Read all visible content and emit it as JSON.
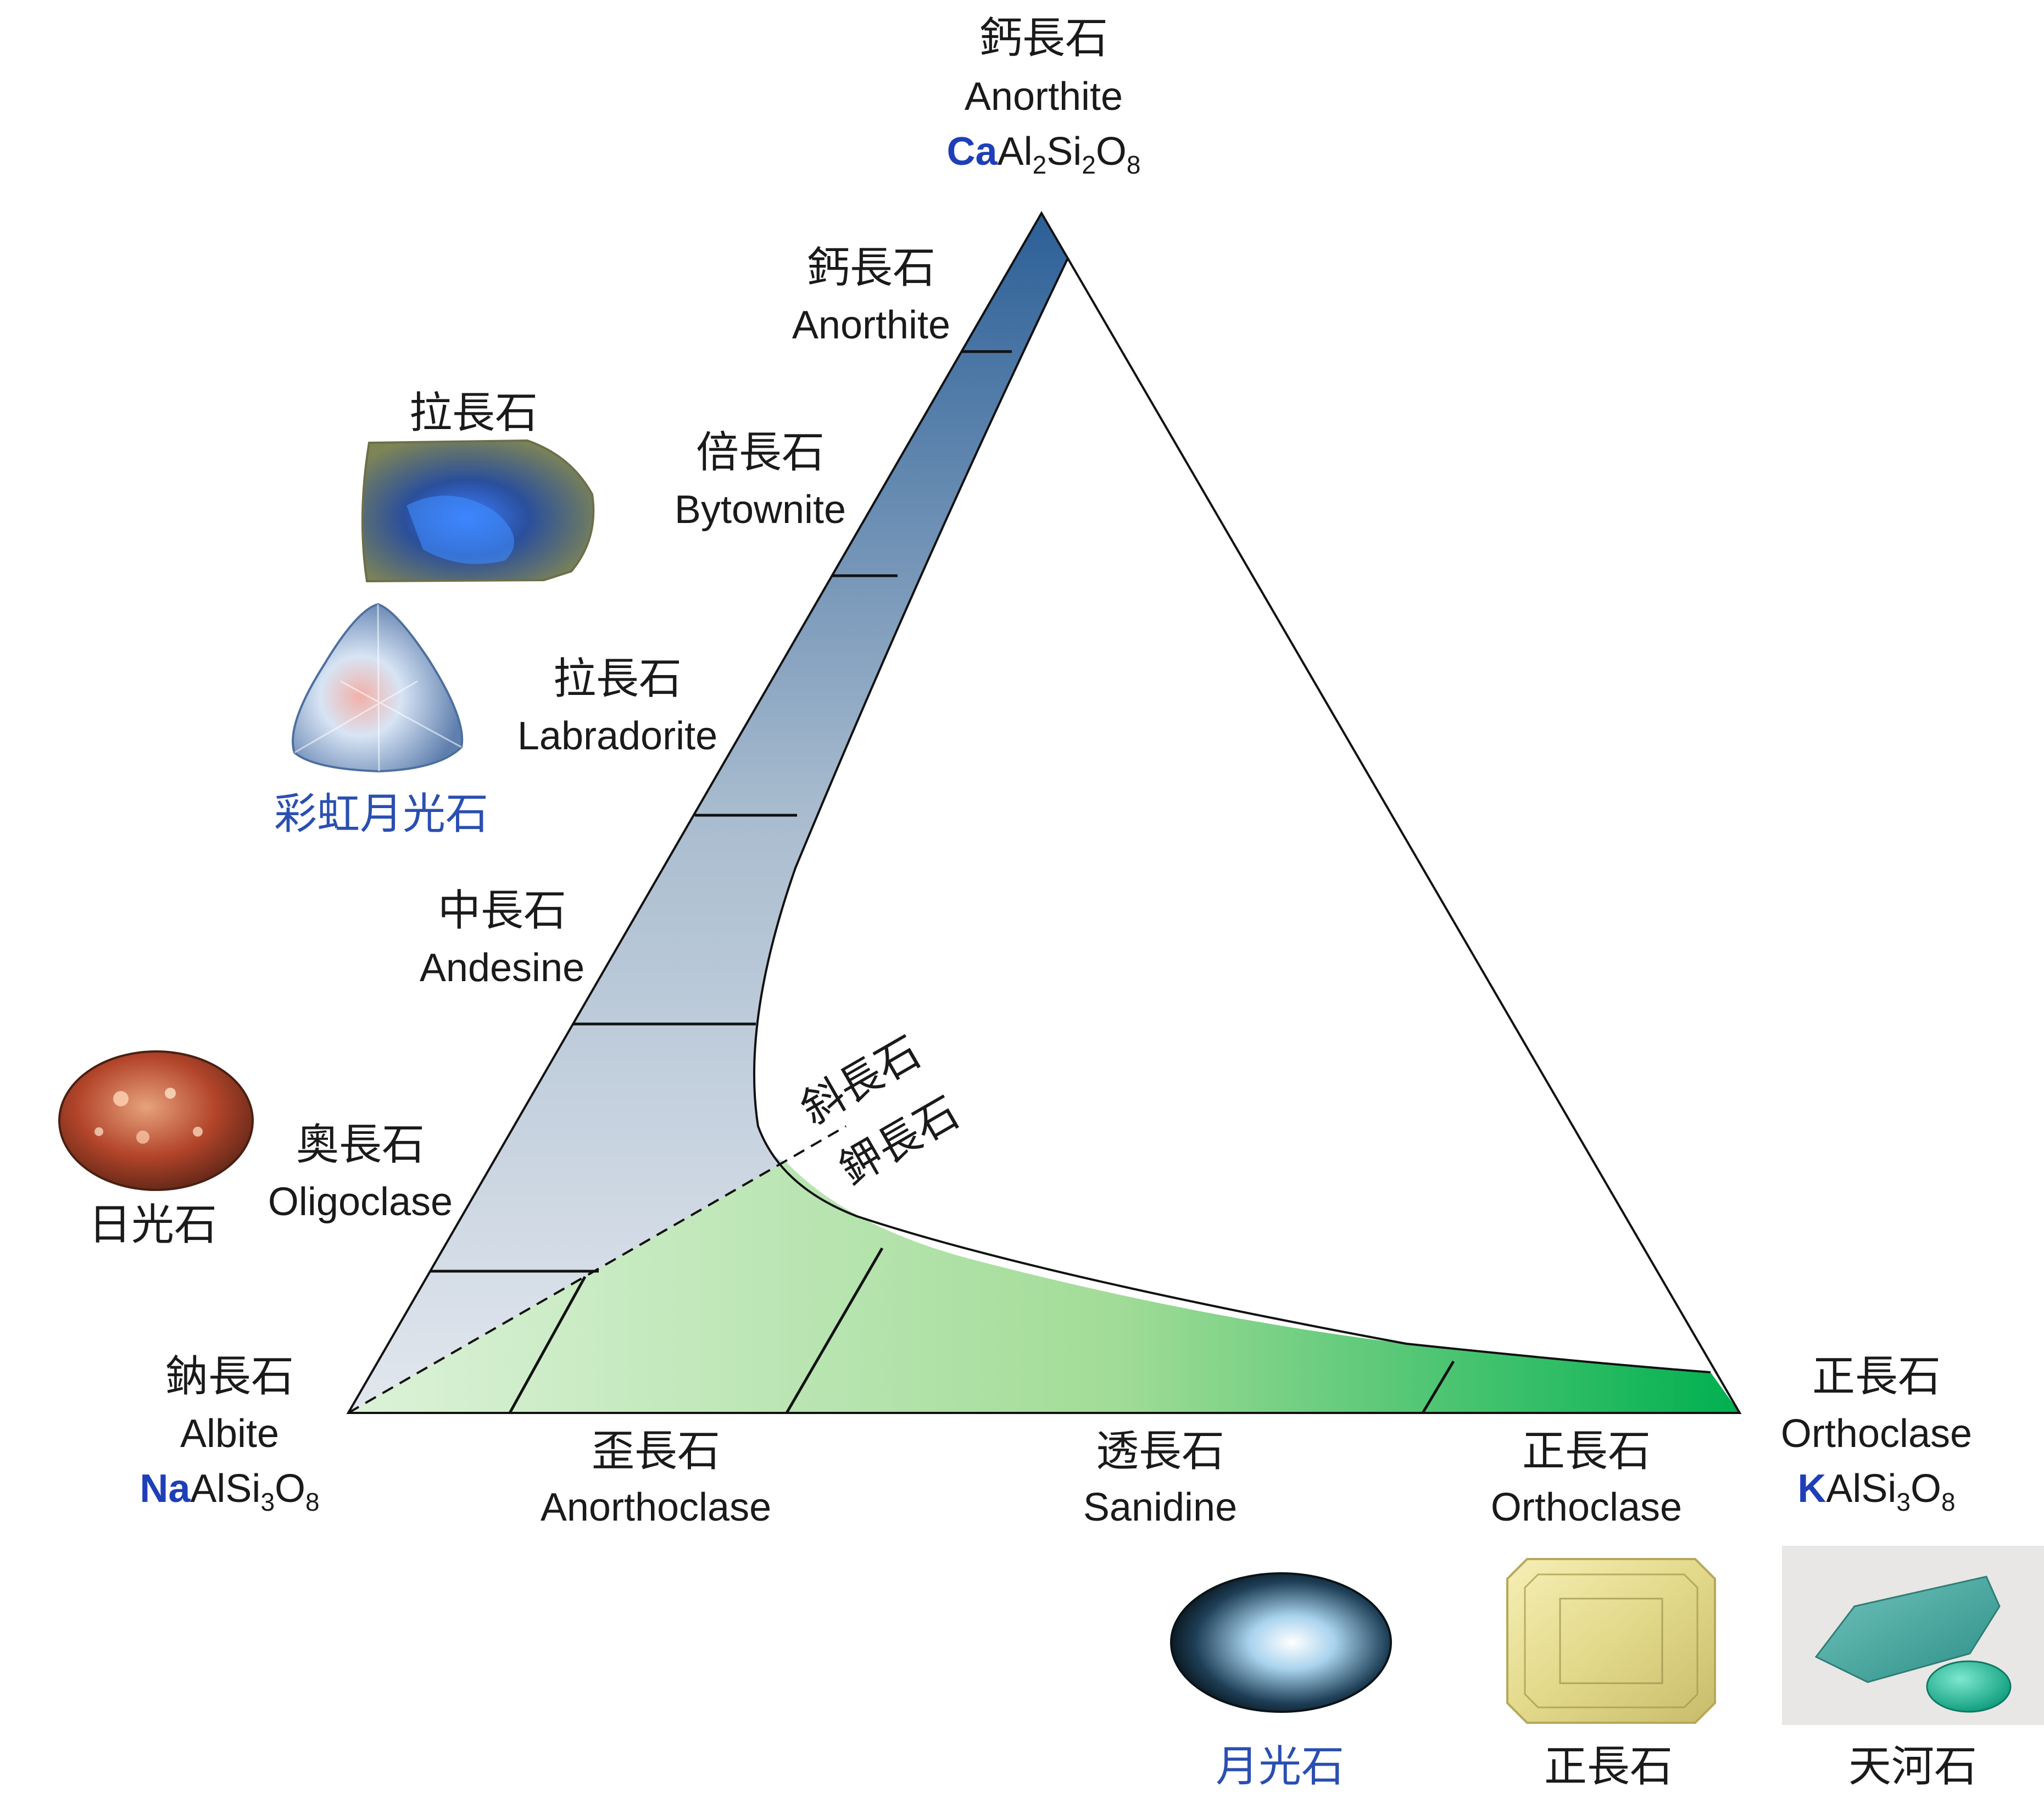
{
  "vertices": {
    "top": {
      "zh": "鈣長石",
      "en": "Anorthite",
      "formula_ion": "Ca",
      "formula_rest": "Al",
      "sub1": "2",
      "mid": "Si",
      "sub2": "2",
      "mid2": "O",
      "sub3": "8"
    },
    "left": {
      "zh": "鈉長石",
      "en": "Albite",
      "formula_ion": "Na",
      "formula_rest": "AlSi",
      "sub1": "3",
      "mid": "O",
      "sub2": "8"
    },
    "right": {
      "zh": "正長石",
      "en": "Orthoclase",
      "formula_ion": "K",
      "formula_rest": "AlSi",
      "sub1": "3",
      "mid": "O",
      "sub2": "8"
    }
  },
  "plagioclase_series": [
    {
      "zh": "鈣長石",
      "en": "Anorthite"
    },
    {
      "zh": "倍長石",
      "en": "Bytownite"
    },
    {
      "zh": "拉長石",
      "en": "Labradorite"
    },
    {
      "zh": "中長石",
      "en": "Andesine"
    },
    {
      "zh": "奧長石",
      "en": "Oligoclase"
    }
  ],
  "alkali_series": [
    {
      "zh": "歪長石",
      "en": "Anorthoclase"
    },
    {
      "zh": "透長石",
      "en": "Sanidine"
    },
    {
      "zh": "正長石",
      "en": "Orthoclase"
    }
  ],
  "boundary_labels": {
    "plagioclase": "斜長石",
    "alkali": "鉀長石"
  },
  "gems": {
    "labradorite": "拉長石",
    "rainbow_moonstone": "彩虹月光石",
    "sunstone": "日光石",
    "moonstone": "月光石",
    "orthoclase": "正長石",
    "amazonite": "天河石"
  },
  "colors": {
    "plagioclase_top": "#2b5f97",
    "plagioclase_bottom": "#e2e7ee",
    "alkali_left": "#d8f0d4",
    "alkali_right": "#00b050",
    "gem_label_blue": "#2a4fb0"
  }
}
